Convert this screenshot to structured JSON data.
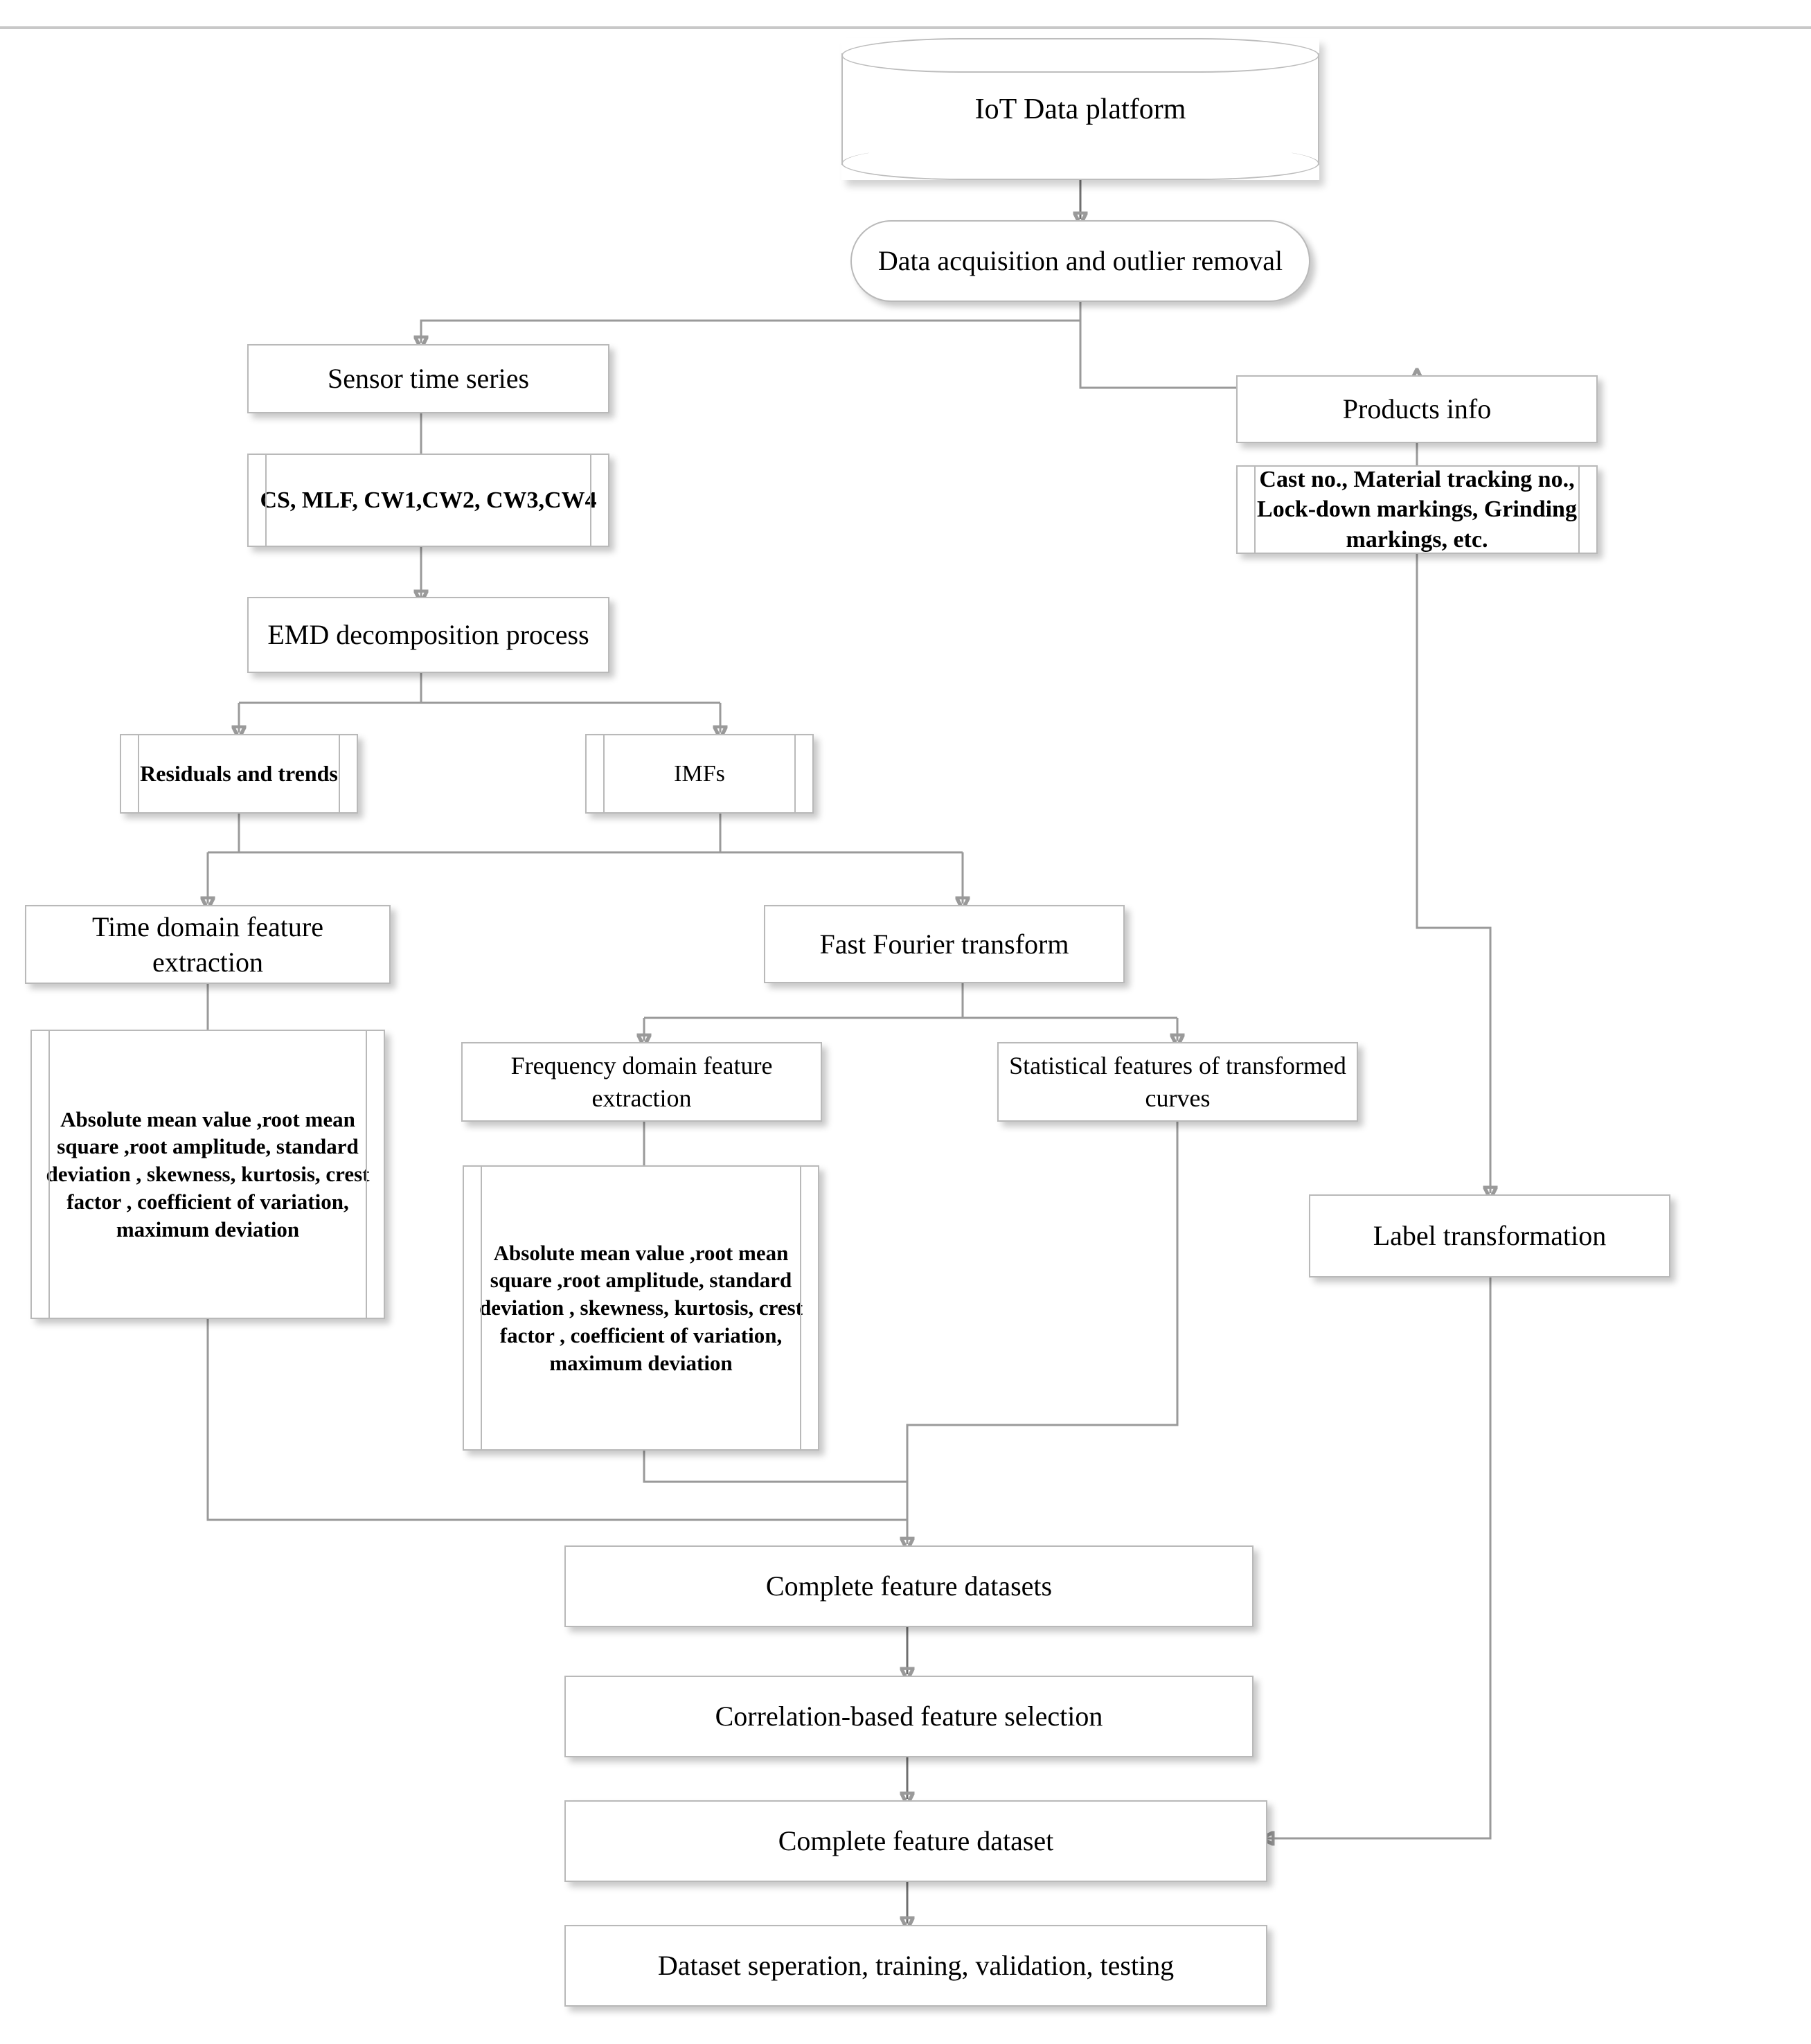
{
  "diagram": {
    "type": "flowchart",
    "title": "IoT data-driven feature engineering pipeline",
    "nodes": {
      "iot_platform": "IoT Data platform",
      "data_acquisition": "Data acquisition and outlier removal",
      "sensor_time_series": "Sensor time series",
      "sensor_channels": "CS, MLF, CW1,CW2, CW3,CW4",
      "products_info": "Products info",
      "products_fields": "Cast no., Material tracking no., Lock-down markings, Grinding markings, etc.",
      "emd": "EMD decomposition process",
      "residuals": "Residuals and trends",
      "imfs": "IMFs",
      "time_domain": "Time domain feature extraction",
      "time_domain_features": "Absolute mean value ,root mean square ,root amplitude, standard deviation , skewness, kurtosis, crest factor , coefficient of variation, maximum deviation",
      "fft": "Fast Fourier transform",
      "freq_domain": "Frequency domain feature extraction",
      "freq_domain_features": "Absolute mean value ,root mean square ,root amplitude, standard deviation , skewness, kurtosis, crest factor , coefficient of variation, maximum deviation",
      "statistical_features": "Statistical features of transformed curves",
      "label_transformation": "Label transformation",
      "complete_feature_datasets": "Complete feature datasets",
      "correlation_selection": "Correlation-based feature selection",
      "complete_feature_dataset": "Complete feature dataset",
      "dataset_separation": "Dataset seperation, training, validation, testing"
    },
    "colors": {
      "node_border": "#b9b9b9",
      "connector": "#9a9a9a",
      "background": "#ffffff",
      "divider": "#c8c8c8"
    }
  }
}
